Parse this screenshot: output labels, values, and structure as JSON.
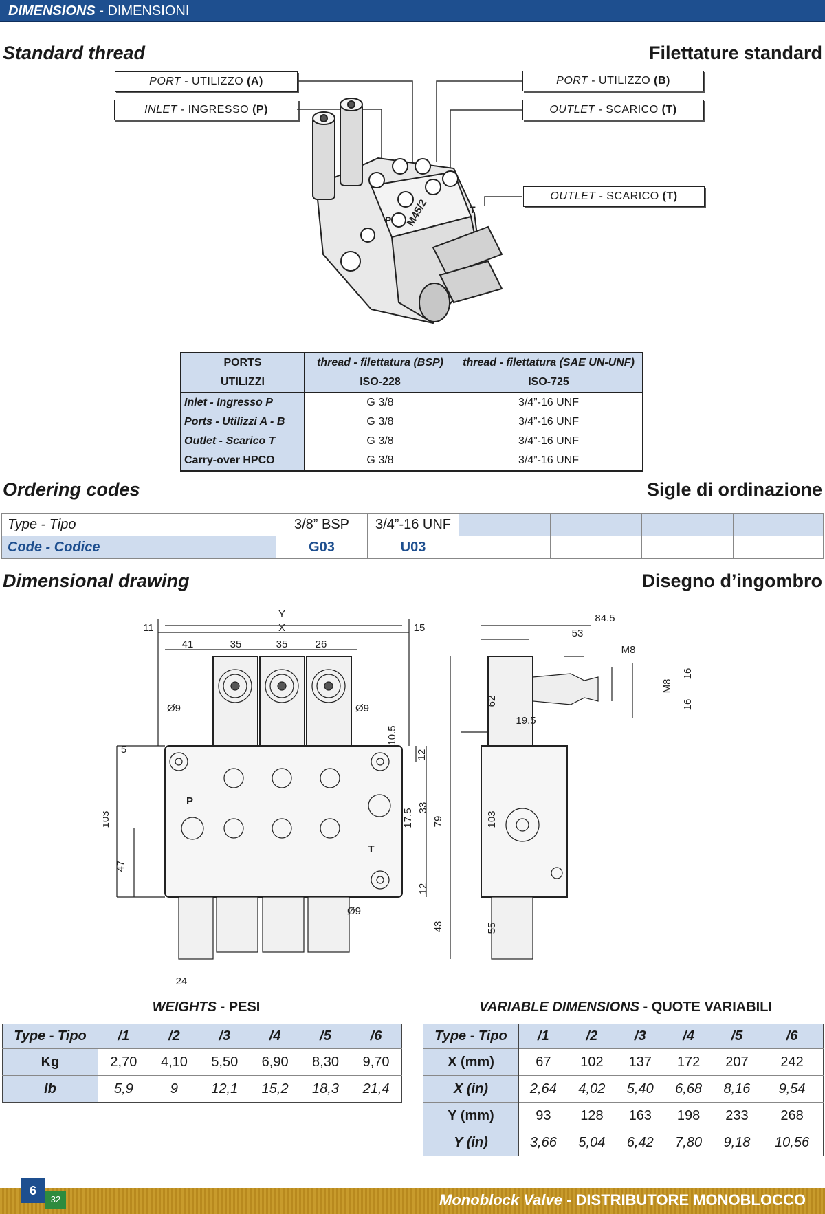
{
  "header": {
    "en": "DIMENSIONS",
    "sep": "-",
    "it": "DIMENSIONI"
  },
  "standard_thread": {
    "title_en": "Standard thread",
    "title_it": "Filettature standard",
    "callouts": {
      "port_a": {
        "en": "PORT",
        "it": "UTILIZZO",
        "code": "(A)"
      },
      "inlet_p": {
        "en": "INLET",
        "it": "INGRESSO",
        "code": "(P)"
      },
      "port_b": {
        "en": "PORT",
        "it": "UTILIZZO",
        "code": "(B)"
      },
      "outlet_t1": {
        "en": "OUTLET",
        "it": "SCARICO",
        "code": "(T)"
      },
      "outlet_t2": {
        "en": "OUTLET",
        "it": "SCARICO",
        "code": "(T)"
      }
    },
    "body_marking": "M45/2"
  },
  "thread_table": {
    "col1_header": [
      "PORTS",
      "UTILIZZI"
    ],
    "col2_header": [
      "thread - filettatura (BSP)",
      "ISO-228"
    ],
    "col3_header": [
      "thread - filettatura (SAE UN-UNF)",
      "ISO-725"
    ],
    "rows": [
      {
        "label": "Inlet - Ingresso P",
        "bsp": "G 3/8",
        "sae": "3/4”-16 UNF"
      },
      {
        "label": "Ports - Utilizzi A - B",
        "bsp": "G 3/8",
        "sae": "3/4”-16 UNF"
      },
      {
        "label": "Outlet - Scarico T",
        "bsp": "G 3/8",
        "sae": "3/4”-16 UNF"
      },
      {
        "label": "Carry-over HPCO",
        "bsp": "G 3/8",
        "sae": "3/4”-16 UNF"
      }
    ]
  },
  "ordering": {
    "title_en": "Ordering codes",
    "title_it": "Sigle di ordinazione",
    "type_label": "Type - Tipo",
    "code_label": "Code - Codice",
    "types": [
      "3/8” BSP",
      "3/4”-16 UNF",
      "",
      "",
      "",
      ""
    ],
    "codes": [
      "G03",
      "U03",
      "",
      "",
      "",
      ""
    ]
  },
  "drawing": {
    "title_en": "Dimensional drawing",
    "title_it": "Disegno d’ingombro",
    "front": {
      "Y": "Y",
      "X": "X",
      "d11": "11",
      "d15": "15",
      "d41": "41",
      "d35a": "35",
      "d35b": "35",
      "d26": "26",
      "hole1": "Ø9",
      "hole2": "Ø9",
      "hole3": "Ø9",
      "d5": "5",
      "d103": "103",
      "d47": "47",
      "d10_5": "10.5",
      "d12a": "12",
      "d33": "33",
      "d17_5": "17.5",
      "d79": "79",
      "d12b": "12",
      "d43": "43",
      "d24": "24",
      "P": "P",
      "T": "T"
    },
    "side": {
      "d84_5": "84.5",
      "d53": "53",
      "M8a": "M8",
      "M8b": "M8",
      "d16a": "16",
      "d16b": "16",
      "d62": "62",
      "d19_5": "19.5",
      "d103": "103",
      "d55": "55"
    }
  },
  "weights": {
    "caption_en": "WEIGHTS",
    "caption_it": "PESI",
    "header": [
      "Type - Tipo",
      "/1",
      "/2",
      "/3",
      "/4",
      "/5",
      "/6"
    ],
    "rows": [
      {
        "label": "Kg",
        "values": [
          "2,70",
          "4,10",
          "5,50",
          "6,90",
          "8,30",
          "9,70"
        ]
      },
      {
        "label": "lb",
        "values": [
          "5,9",
          "9",
          "12,1",
          "15,2",
          "18,3",
          "21,4"
        ]
      }
    ]
  },
  "variable_dims": {
    "caption_en": "VARIABLE DIMENSIONS",
    "caption_it": "QUOTE VARIABILI",
    "header": [
      "Type - Tipo",
      "/1",
      "/2",
      "/3",
      "/4",
      "/5",
      "/6"
    ],
    "rows": [
      {
        "label": "X (mm)",
        "values": [
          "67",
          "102",
          "137",
          "172",
          "207",
          "242"
        ]
      },
      {
        "label": "X (in)",
        "values": [
          "2,64",
          "4,02",
          "5,40",
          "6,68",
          "8,16",
          "9,54"
        ]
      },
      {
        "label": "Y (mm)",
        "values": [
          "93",
          "128",
          "163",
          "198",
          "233",
          "268"
        ]
      },
      {
        "label": "Y (in)",
        "values": [
          "3,66",
          "5,04",
          "6,42",
          "7,80",
          "9,18",
          "10,56"
        ]
      }
    ]
  },
  "footer": {
    "page": "6",
    "subpage": "32",
    "title_en": "Monoblock Valve",
    "sep": "-",
    "title_it": "DISTRIBUTORE MONOBLOCCO"
  },
  "colors": {
    "brand_blue": "#1e4f8f",
    "table_tint": "#cfdcee",
    "footer_gold": "#c89b2c",
    "page_green": "#2e8b3e"
  }
}
